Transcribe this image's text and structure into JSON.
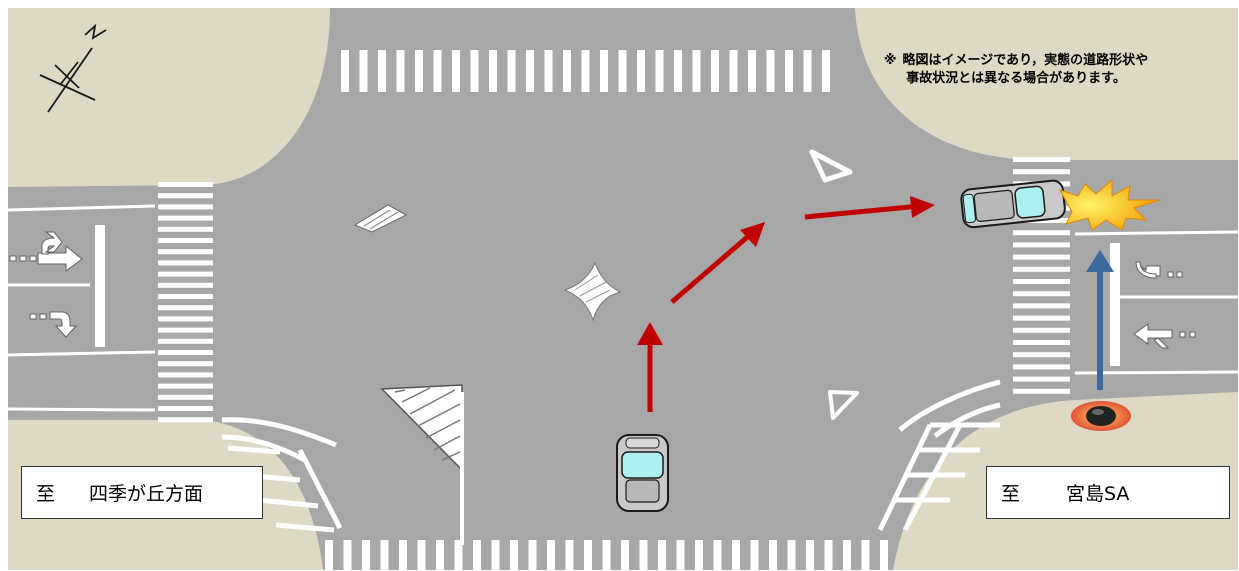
{
  "note": {
    "mark": "※",
    "line1": "略図はイメージであり，実態の道路形状や",
    "line2": "事故状況とは異なる場合があります。"
  },
  "labels": {
    "left": {
      "to": "至",
      "place": "四季が丘方面"
    },
    "right": {
      "to": "至",
      "place": "宮島SA"
    }
  },
  "colors": {
    "road": "#a7a7a7",
    "ground": "#ddd9c4",
    "marking": "#ffffff",
    "path_arrow": "#c00000",
    "other_arrow": "#3d6a9c",
    "impact": "#f5a000"
  }
}
